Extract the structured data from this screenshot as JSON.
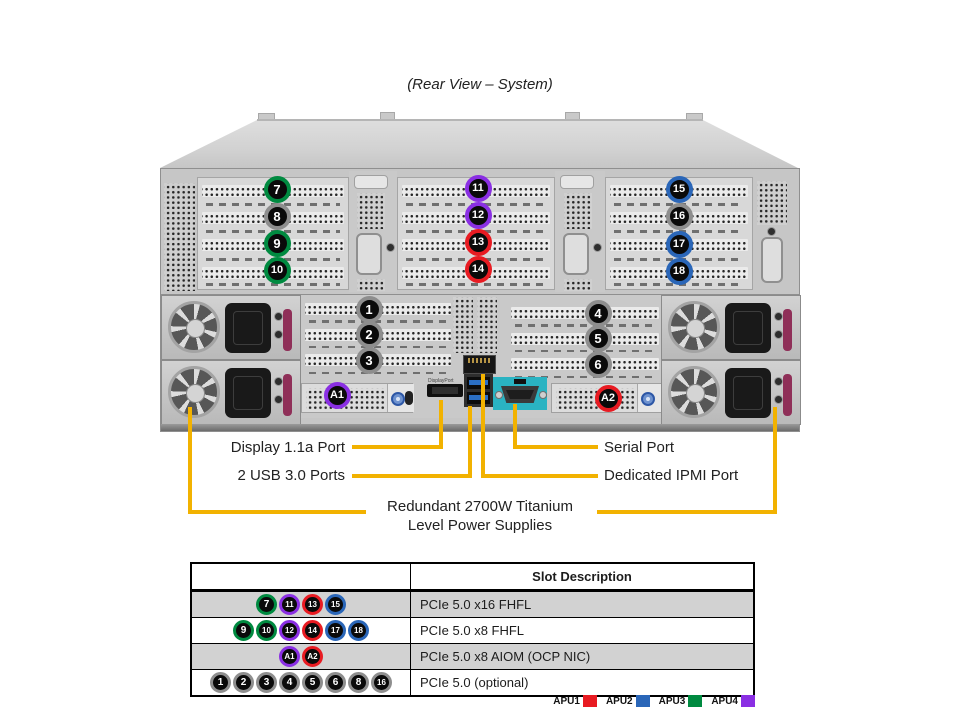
{
  "title": "(Rear View – System)",
  "colors": {
    "apu1": "#E81B22",
    "apu2": "#2A66B8",
    "apu3": "#008A40",
    "apu4": "#8A2FE3",
    "none": "#8E8E8E",
    "callout": "#F2B200",
    "serial_plate": "#2AB3C2",
    "usb_blue": "#2B6FC4"
  },
  "ports": {
    "displayport_label": "DisplayPort"
  },
  "callouts": {
    "display": "Display 1.1a Port",
    "usb": "2 USB 3.0 Ports",
    "serial": "Serial Port",
    "ipmi": "Dedicated IPMI Port",
    "psu_line1": "Redundant 2700W Titanium",
    "psu_line2": "Level Power Supplies"
  },
  "chassis_slots": {
    "upper_left": [
      {
        "label": "7",
        "apu": "apu3"
      },
      {
        "label": "8",
        "apu": "none"
      },
      {
        "label": "9",
        "apu": "apu3"
      },
      {
        "label": "10",
        "apu": "apu3"
      }
    ],
    "upper_middle": [
      {
        "label": "11",
        "apu": "apu4"
      },
      {
        "label": "12",
        "apu": "apu4"
      },
      {
        "label": "13",
        "apu": "apu1"
      },
      {
        "label": "14",
        "apu": "apu1"
      }
    ],
    "upper_right": [
      {
        "label": "15",
        "apu": "apu2"
      },
      {
        "label": "16",
        "apu": "none"
      },
      {
        "label": "17",
        "apu": "apu2"
      },
      {
        "label": "18",
        "apu": "apu2"
      }
    ],
    "lower_left": [
      {
        "label": "1",
        "apu": "none"
      },
      {
        "label": "2",
        "apu": "none"
      },
      {
        "label": "3",
        "apu": "none"
      }
    ],
    "lower_right": [
      {
        "label": "4",
        "apu": "none"
      },
      {
        "label": "5",
        "apu": "none"
      },
      {
        "label": "6",
        "apu": "none"
      }
    ],
    "aiom": [
      {
        "label": "A1",
        "apu": "apu4"
      },
      {
        "label": "A2",
        "apu": "apu1"
      }
    ]
  },
  "table": {
    "header": "Slot Description",
    "rows": [
      {
        "slots": [
          {
            "label": "7",
            "apu": "apu3"
          },
          {
            "label": "11",
            "apu": "apu4"
          },
          {
            "label": "13",
            "apu": "apu1"
          },
          {
            "label": "15",
            "apu": "apu2"
          }
        ],
        "description": "PCIe 5.0 x16 FHFL"
      },
      {
        "slots": [
          {
            "label": "9",
            "apu": "apu3"
          },
          {
            "label": "10",
            "apu": "apu3"
          },
          {
            "label": "12",
            "apu": "apu4"
          },
          {
            "label": "14",
            "apu": "apu1"
          },
          {
            "label": "17",
            "apu": "apu2"
          },
          {
            "label": "18",
            "apu": "apu2"
          }
        ],
        "description": "PCIe 5.0 x8 FHFL"
      },
      {
        "slots": [
          {
            "label": "A1",
            "apu": "apu4"
          },
          {
            "label": "A2",
            "apu": "apu1"
          }
        ],
        "description": "PCIe 5.0 x8 AIOM (OCP NIC)"
      },
      {
        "slots": [
          {
            "label": "1",
            "apu": "none"
          },
          {
            "label": "2",
            "apu": "none"
          },
          {
            "label": "3",
            "apu": "none"
          },
          {
            "label": "4",
            "apu": "none"
          },
          {
            "label": "5",
            "apu": "none"
          },
          {
            "label": "6",
            "apu": "none"
          },
          {
            "label": "8",
            "apu": "none"
          },
          {
            "label": "16",
            "apu": "none"
          }
        ],
        "description": "PCIe 5.0 (optional)"
      }
    ]
  },
  "legend": [
    {
      "label": "APU1",
      "apu": "apu1"
    },
    {
      "label": "APU2",
      "apu": "apu2"
    },
    {
      "label": "APU3",
      "apu": "apu3"
    },
    {
      "label": "APU4",
      "apu": "apu4"
    }
  ]
}
